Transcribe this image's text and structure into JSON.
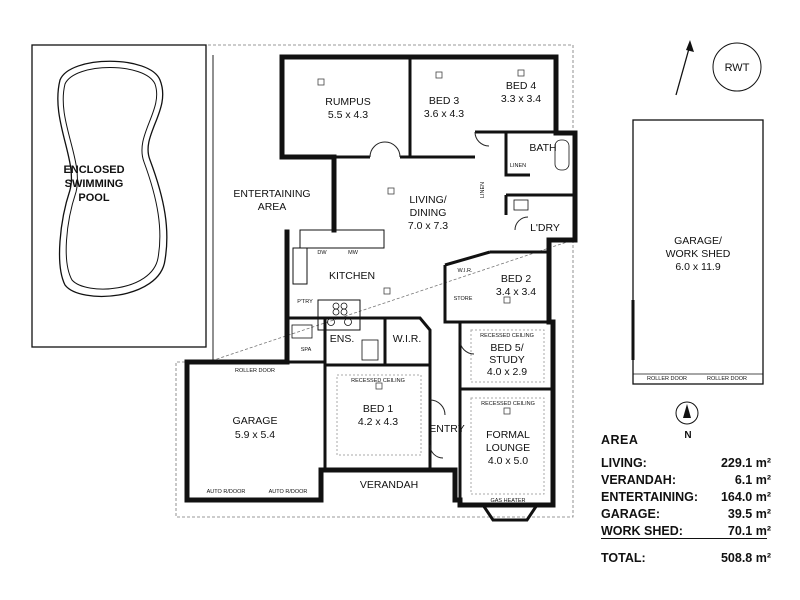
{
  "compass_badge": "RWT",
  "north_label": "N",
  "pool_label": [
    "ENCLOSED",
    "SWIMMING",
    "POOL"
  ],
  "rooms": {
    "rumpus": {
      "name": "RUMPUS",
      "size": "5.5 x 4.3"
    },
    "bed3": {
      "name": "BED 3",
      "size": "3.6 x 4.3"
    },
    "bed4": {
      "name": "BED 4",
      "size": "3.3 x 3.4"
    },
    "bath": {
      "name": "BATH"
    },
    "linen": {
      "name": "LINEN"
    },
    "linen2": {
      "name": "LINEN"
    },
    "living": {
      "name": [
        "LIVING/",
        "DINING"
      ],
      "size": "7.0 x 7.3"
    },
    "entertaining": {
      "name": [
        "ENTERTAINING",
        "AREA"
      ]
    },
    "laundry": {
      "name": "L'DRY"
    },
    "kitchen": {
      "name": "KITCHEN"
    },
    "pantry": {
      "name": "P'TRY"
    },
    "dw": {
      "name": "DW"
    },
    "mw": {
      "name": "MW"
    },
    "wir_bed2": {
      "name": "W.I.R."
    },
    "bed2": {
      "name": "BED 2",
      "size": "3.4 x 3.4"
    },
    "store": {
      "name": "STORE"
    },
    "spa": {
      "name": "SPA"
    },
    "ens": {
      "name": "ENS."
    },
    "wir_main": {
      "name": "W.I.R."
    },
    "bed5": {
      "name": [
        "BED 5/",
        "STUDY"
      ],
      "size": "4.0 x 2.9",
      "ceiling": "RECESSED CEILING"
    },
    "garage": {
      "name": "GARAGE",
      "size": "5.9 x 5.4",
      "roller": "ROLLER DOOR",
      "auto1": "AUTO R/DOOR",
      "auto2": "AUTO R/DOOR"
    },
    "bed1": {
      "name": "BED 1",
      "size": "4.2 x 4.3",
      "ceiling": "RECESSED CEILING"
    },
    "entry": {
      "name": "ENTRY"
    },
    "lounge": {
      "name": [
        "FORMAL",
        "LOUNGE"
      ],
      "size": "4.0 x 5.0",
      "ceiling": "RECESSED CEILING",
      "heater": "GAS HEATER"
    },
    "verandah": {
      "name": "VERANDAH"
    },
    "shed": {
      "name": [
        "GARAGE/",
        "WORK SHED"
      ],
      "size": "6.0 x 11.9",
      "roller1": "ROLLER DOOR",
      "roller2": "ROLLER DOOR"
    }
  },
  "area_table": {
    "title": "AREA",
    "rows": [
      {
        "label": "LIVING:",
        "value": "229.1 m²"
      },
      {
        "label": "VERANDAH:",
        "value": "6.1 m²"
      },
      {
        "label": "ENTERTAINING:",
        "value": "164.0 m²"
      },
      {
        "label": "GARAGE:",
        "value": "39.5 m²"
      },
      {
        "label": "WORK SHED:",
        "value": "70.1 m²"
      }
    ],
    "total_label": "TOTAL:",
    "total_value": "508.8 m²"
  }
}
